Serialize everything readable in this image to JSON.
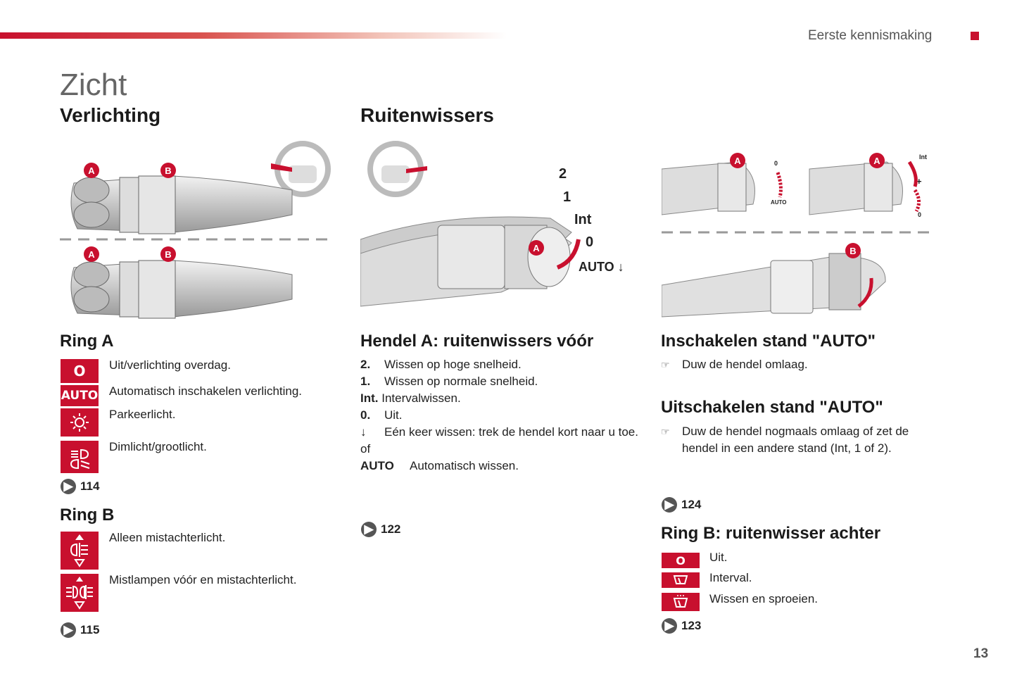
{
  "header": {
    "section": "Eerste kennismaking",
    "page_number": "13"
  },
  "page_title": "Zicht",
  "verlichting": {
    "title": "Verlichting",
    "ring_a": {
      "title": "Ring A",
      "items": [
        {
          "badge": "O",
          "text": "Uit/verlichting overdag."
        },
        {
          "badge": "AUTO",
          "text": "Automatisch inschakelen verlichting."
        },
        {
          "badge": "sidelight-icon",
          "text": "Parkeerlicht."
        },
        {
          "badge": "headlight-icon",
          "text": "Dimlicht/grootlicht."
        }
      ],
      "ref": "114"
    },
    "ring_b": {
      "title": "Ring B",
      "items": [
        {
          "badge": "rear-fog-icon",
          "text": "Alleen mistachterlicht."
        },
        {
          "badge": "front-rear-fog-icon",
          "text": "Mistlampen vóór en mistachterlicht."
        }
      ],
      "ref": "115"
    }
  },
  "ruitenwissers": {
    "title": "Ruitenwissers",
    "illustration_labels": {
      "l2": "2",
      "l1": "1",
      "lint": "Int",
      "l0": "0",
      "lauto": "AUTO ↓",
      "a": "A"
    },
    "hendel_a": {
      "title": "Hendel A: ruitenwissers vóór",
      "items": [
        {
          "key": "2.",
          "text": "Wissen op hoge snelheid."
        },
        {
          "key": "1.",
          "text": "Wissen op normale snelheid."
        },
        {
          "key": "Int.",
          "text": "Intervalwissen."
        },
        {
          "key": "0.",
          "text": "Uit."
        },
        {
          "key": "↓",
          "text": "Eén keer wissen: trek de hendel kort naar u toe."
        }
      ],
      "or": "of",
      "auto_key": "AUTO",
      "auto_text": "Automatisch wissen.",
      "ref": "122"
    }
  },
  "auto_section": {
    "illustration_labels": {
      "a": "A",
      "b": "B",
      "zero": "0",
      "int": "Int",
      "plus": "+",
      "auto": "AUTO"
    },
    "inschakelen": {
      "title": "Inschakelen stand \"AUTO\"",
      "bullet": "Duw de hendel omlaag."
    },
    "uitschakelen": {
      "title": "Uitschakelen stand \"AUTO\"",
      "bullet": "Duw de hendel nogmaals omlaag of zet de hendel in een andere stand (Int, 1 of 2).",
      "ref": "124"
    },
    "ring_b": {
      "title": "Ring B: ruitenwisser achter",
      "items": [
        {
          "badge": "O",
          "text": "Uit."
        },
        {
          "badge": "rear-wiper-icon",
          "text": "Interval."
        },
        {
          "badge": "rear-washer-icon",
          "text": "Wissen en sproeien."
        }
      ],
      "ref": "123"
    }
  },
  "illustration_labels_left": {
    "a": "A",
    "b": "B"
  },
  "colors": {
    "accent": "#c8102e",
    "text": "#222222",
    "grey": "#555555"
  }
}
